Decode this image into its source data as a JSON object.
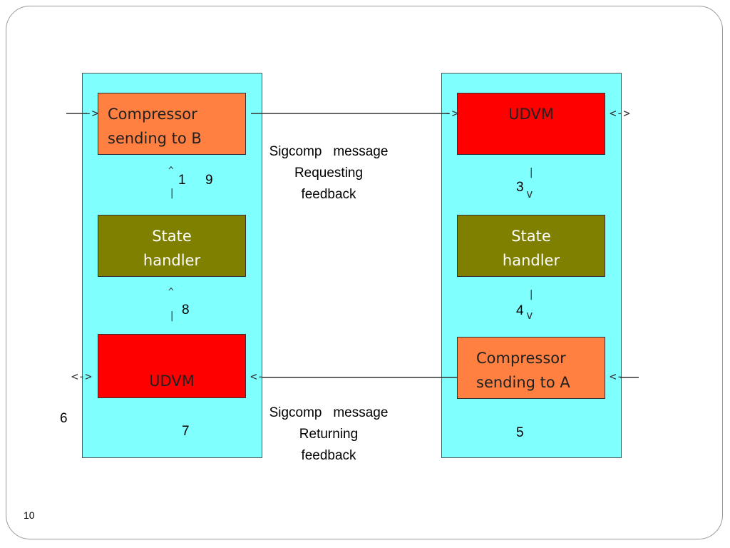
{
  "slide": {
    "page_number": "10"
  },
  "left": {
    "compressor_line1": "Compressor",
    "compressor_line2": "sending to B",
    "state_line1": "State",
    "state_line2": "handler",
    "udvm_label": "UDVM"
  },
  "right": {
    "udvm_label": "UDVM",
    "state_line1": "State",
    "state_line2": "handler",
    "compressor_line1": "Compressor",
    "compressor_line2": "sending to A"
  },
  "captions": {
    "requesting": "Sigcomp   message\nRequesting\nfeedback",
    "returning": "Sigcomp   message\nReturning\nfeedback"
  },
  "steps": {
    "s1": "1",
    "s3": "3",
    "s4": "4",
    "s5": "5",
    "s6": "6",
    "s7": "7",
    "s8": "8",
    "s9": "9"
  },
  "glyphs": {
    "up_caret": "^",
    "down_v": "v",
    "bar": "|",
    "in_arrow": "->",
    "out_arrow": "<-",
    "bidir": "<->"
  },
  "colors": {
    "panel": "#80ffff",
    "compressor": "#ff8040",
    "udvm": "#ff0000",
    "state_handler": "#808000"
  }
}
